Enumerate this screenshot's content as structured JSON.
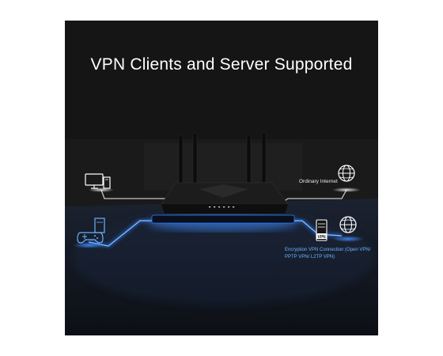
{
  "headline": "VPN Clients and Server Supported",
  "labels": {
    "ordinary_internet": "Ordinary Internet",
    "vpn_connection": "Encryption VPN Connection (Open VPN/ PPTP VPN/ L2TP VPN)",
    "server_badge": "VPN"
  },
  "icons": [
    "desktop-computer-icon",
    "game-console-icon",
    "globe-icon",
    "globe-icon",
    "vpn-server-icon"
  ],
  "colors": {
    "background": "#141414",
    "vpn_glow": "#2f7dff",
    "ordinary_line": "#e6e6e6"
  }
}
